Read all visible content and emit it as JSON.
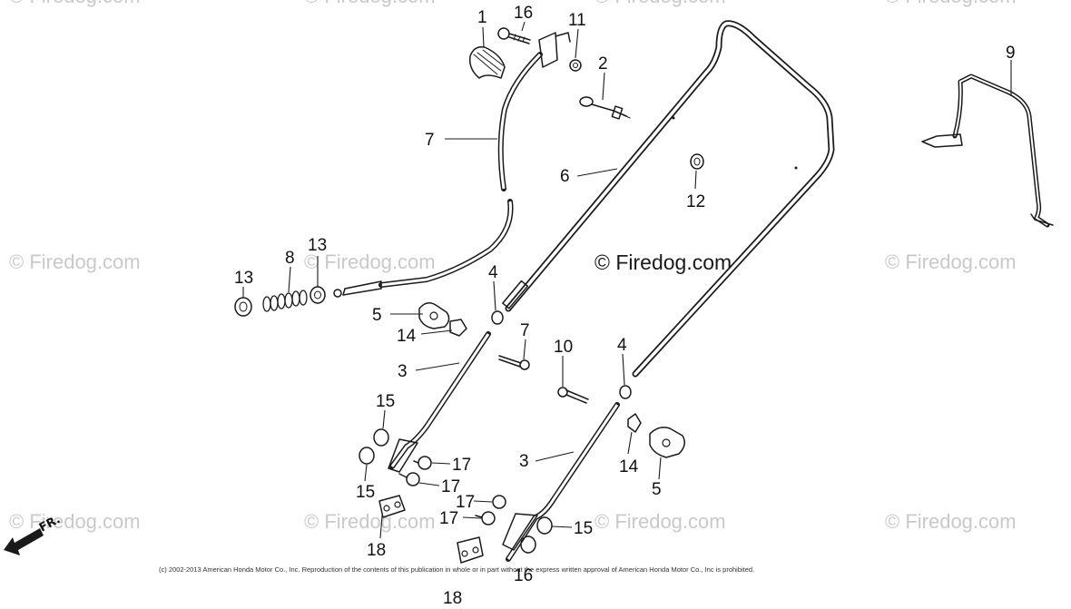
{
  "diagram": {
    "watermark": "© Firedog.com",
    "center_watermark": "© Firedog.com",
    "copyright": "(c) 2002-2013 American Honda Motor Co., Inc. Reproduction of the contents of this publication in whole or in part without the express written approval of American Honda Motor Co., Inc is prohibited.",
    "direction_label": "FR.",
    "callouts": {
      "c1": "1",
      "c16a": "16",
      "c11": "11",
      "c2": "2",
      "c9": "9",
      "c7a": "7",
      "c6": "6",
      "c12": "12",
      "c13a": "13",
      "c8": "8",
      "c13b": "13",
      "c4a": "4",
      "c5a": "5",
      "c14a": "14",
      "c7b": "7",
      "c10": "10",
      "c4b": "4",
      "c3a": "3",
      "c15a": "15",
      "c15b": "15",
      "c17a": "17",
      "c17b": "17",
      "c3b": "3",
      "c14b": "14",
      "c5b": "5",
      "c17c": "17",
      "c17d": "17",
      "c15c": "15",
      "c16b": "16",
      "c18a": "18",
      "c18b": "18"
    }
  }
}
